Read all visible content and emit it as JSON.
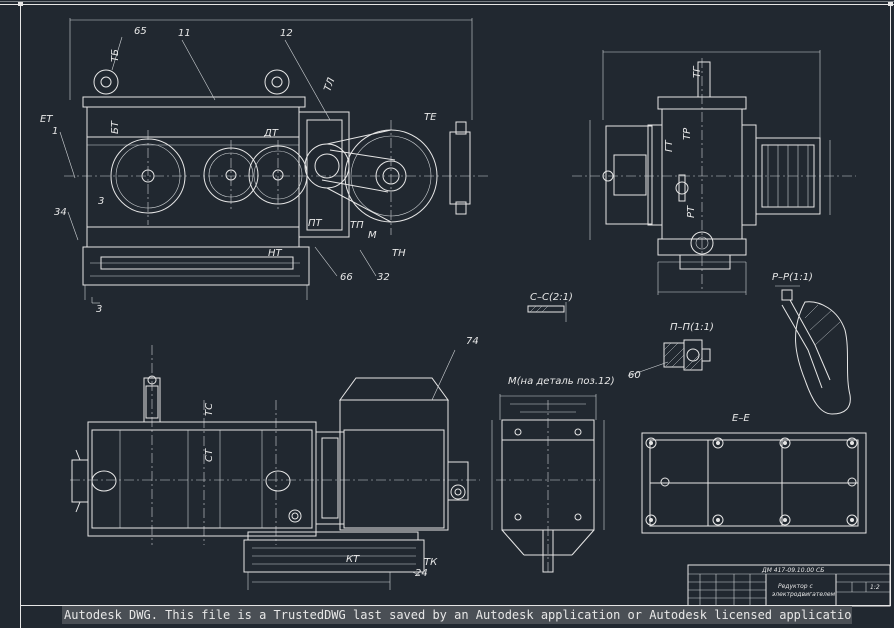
{
  "drawing": {
    "view_labels": {
      "section_cc": "С–С(2:1)",
      "section_pp": "П–П(1:1)",
      "section_rr": "Р–Р(1:1)",
      "view_m": "М(на деталь поз.12)",
      "section_ee": "Е–Е"
    },
    "callouts": {
      "c65": "65",
      "c11": "11",
      "c12": "12",
      "c1": "1",
      "c34": "34",
      "c3": "3",
      "c3b": "3",
      "c66": "66",
      "c32": "32",
      "c74": "74",
      "c60": "60",
      "c24": "24",
      "cM": "М"
    },
    "letters": {
      "tb": "ТБ",
      "et": "ЕТ",
      "tl": "ТЛ",
      "te": "ТЕ",
      "pt": "ПТ",
      "tp": "ТП",
      "tn": "ТН",
      "nt": "НТ",
      "bt": "БТ",
      "dt": "ДТ",
      "tg": "ТГ",
      "gt": "ГТ",
      "rt": "РТ",
      "tr": "ТР",
      "tc": "ТС",
      "ct": "СТ",
      "kt": "КТ",
      "tk": "ТК"
    },
    "title_block": {
      "designation": "ДМ 417-09.10.00 СБ",
      "title_line1": "Редуктор с",
      "title_line2": "электродвигателем",
      "scale": "1:2"
    }
  },
  "status_bar": {
    "message": "Autodesk DWG.  This file is a TrustedDWG last saved by an Autodesk application or Autodesk licensed application."
  }
}
